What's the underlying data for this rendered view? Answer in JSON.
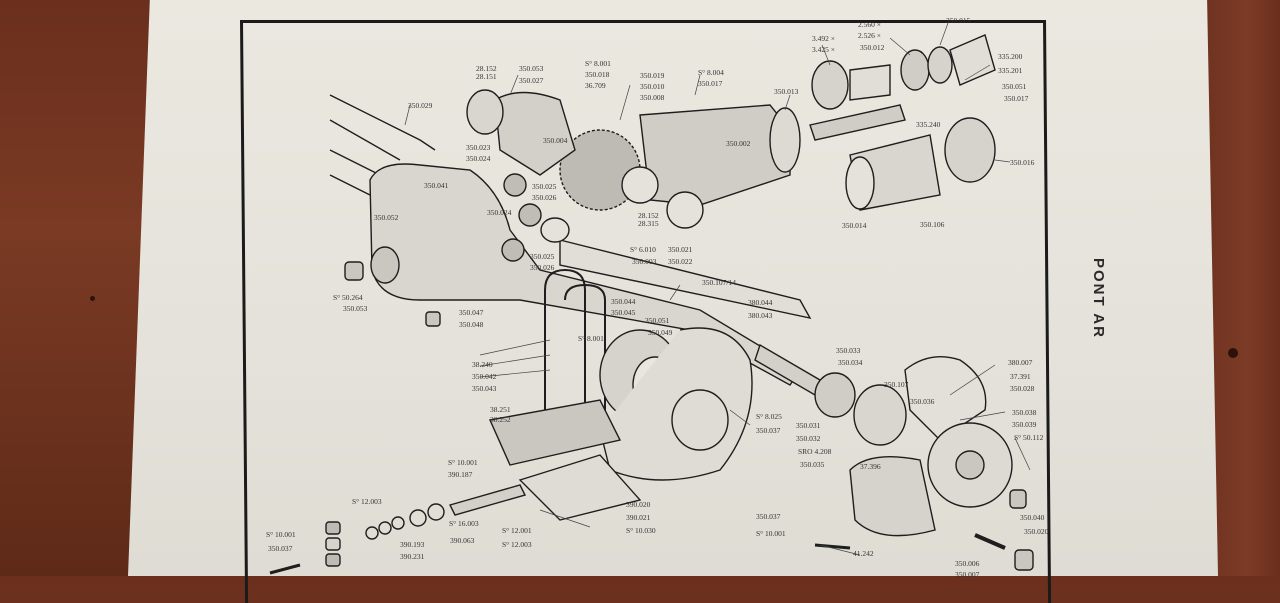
{
  "document": {
    "title": "PONT AR",
    "colors": {
      "paper": "#e6e4dc",
      "ink": "#1b1b1b",
      "wood": "#6e3220"
    }
  },
  "labels": {
    "l01": "350.015",
    "l02": "2.560 ×",
    "l03": "2.526 ×",
    "l04": "350.012",
    "l05": "3.492 ×",
    "l06": "3.425 ×",
    "l07": "335.200",
    "l08": "335.201",
    "l09": "350.051",
    "l10": "350.017",
    "l11": "350.013",
    "l12": "335.240",
    "l13": "350.016",
    "l14": "350.014",
    "l15": "350.106",
    "l16": "28.152",
    "l17": "28.151",
    "l18": "350.053",
    "l19": "350.027",
    "l20": "S° 8.001",
    "l21": "350.018",
    "l22": "36.709",
    "l23": "350.019",
    "l24": "350.010",
    "l25": "350.008",
    "l26": "S° 8.004",
    "l27": "350.017",
    "l28": "350.029",
    "l29": "350.023",
    "l30": "350.024",
    "l31": "350.004",
    "l32": "350.002",
    "l33": "350.041",
    "l34": "350.052",
    "l35": "350.025",
    "l36": "350.026",
    "l37": "350.024",
    "l38": "350.025",
    "l39": "350.026",
    "l40": "28.152",
    "l41": "28.315",
    "l42": "S° 6.010",
    "l43": "350.003",
    "l44": "350.021",
    "l45": "350.022",
    "l46": "350.107/14",
    "l47": "S° 50.264",
    "l48": "350.053",
    "l49": "350.047",
    "l50": "350.048",
    "l51": "38.240",
    "l52": "350.042",
    "l53": "350.043",
    "l54": "350.044",
    "l55": "350.045",
    "l56": "350.051",
    "l57": "350.049",
    "l58": "S° 8.001",
    "l59": "380.044",
    "l60": "380.043",
    "l61": "S° 8.025",
    "l62": "350.037",
    "l63": "38.251",
    "l64": "38.252",
    "l65": "350.033",
    "l66": "350.034",
    "l67": "350.107",
    "l68": "350.036",
    "l69": "380.007",
    "l70": "37.391",
    "l71": "350.028",
    "l72": "350.038",
    "l73": "350.039",
    "l74": "S° 50.112",
    "l75": "350.031",
    "l76": "350.032",
    "l77": "SRO 4.208",
    "l78": "350.035",
    "l79": "37.396",
    "l80": "S° 10.001",
    "l81": "390.187",
    "l82": "S° 12.003",
    "l83": "S° 16.003",
    "l84": "390.193",
    "l85": "390.063",
    "l86": "390.231",
    "l87": "390.020",
    "l88": "390.021",
    "l89": "S° 12.001",
    "l90": "S° 12.003",
    "l91": "S° 10.030",
    "l92": "S° 10.001",
    "l93": "350.037",
    "l94": "350.037",
    "l95": "S° 10.001",
    "l96": "41.242",
    "l97": "350.040",
    "l98": "350.020",
    "l99": "350.006",
    "l100": "350.007"
  }
}
